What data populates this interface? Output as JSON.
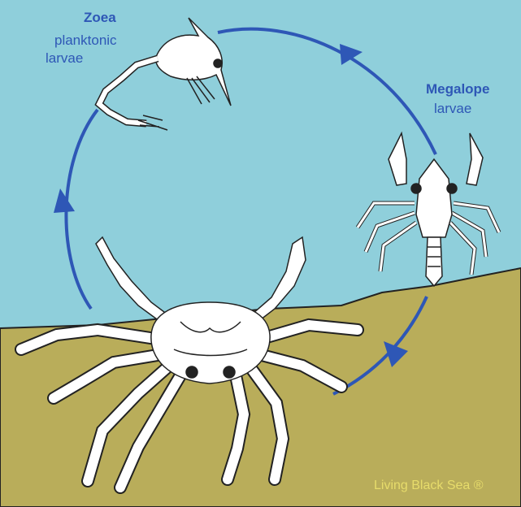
{
  "labels": {
    "zoea_title": "Zoea",
    "zoea_line1": "planktonic",
    "zoea_line2": "larvae",
    "megalope_title": "Megalope",
    "megalope_line": "larvae",
    "watermark": "Living Black Sea ®"
  },
  "colors": {
    "water": "#8fcfdb",
    "seabed": "#b9ad5a",
    "cycle": "#2e57b6",
    "label": "#2e57b6",
    "outline": "#222222",
    "animal_fill": "#ffffff",
    "watermark": "#e7dc6b"
  },
  "icons": [
    "crab-adult-icon",
    "zoea-larva-icon",
    "megalope-larva-icon",
    "arrowhead-icon"
  ]
}
